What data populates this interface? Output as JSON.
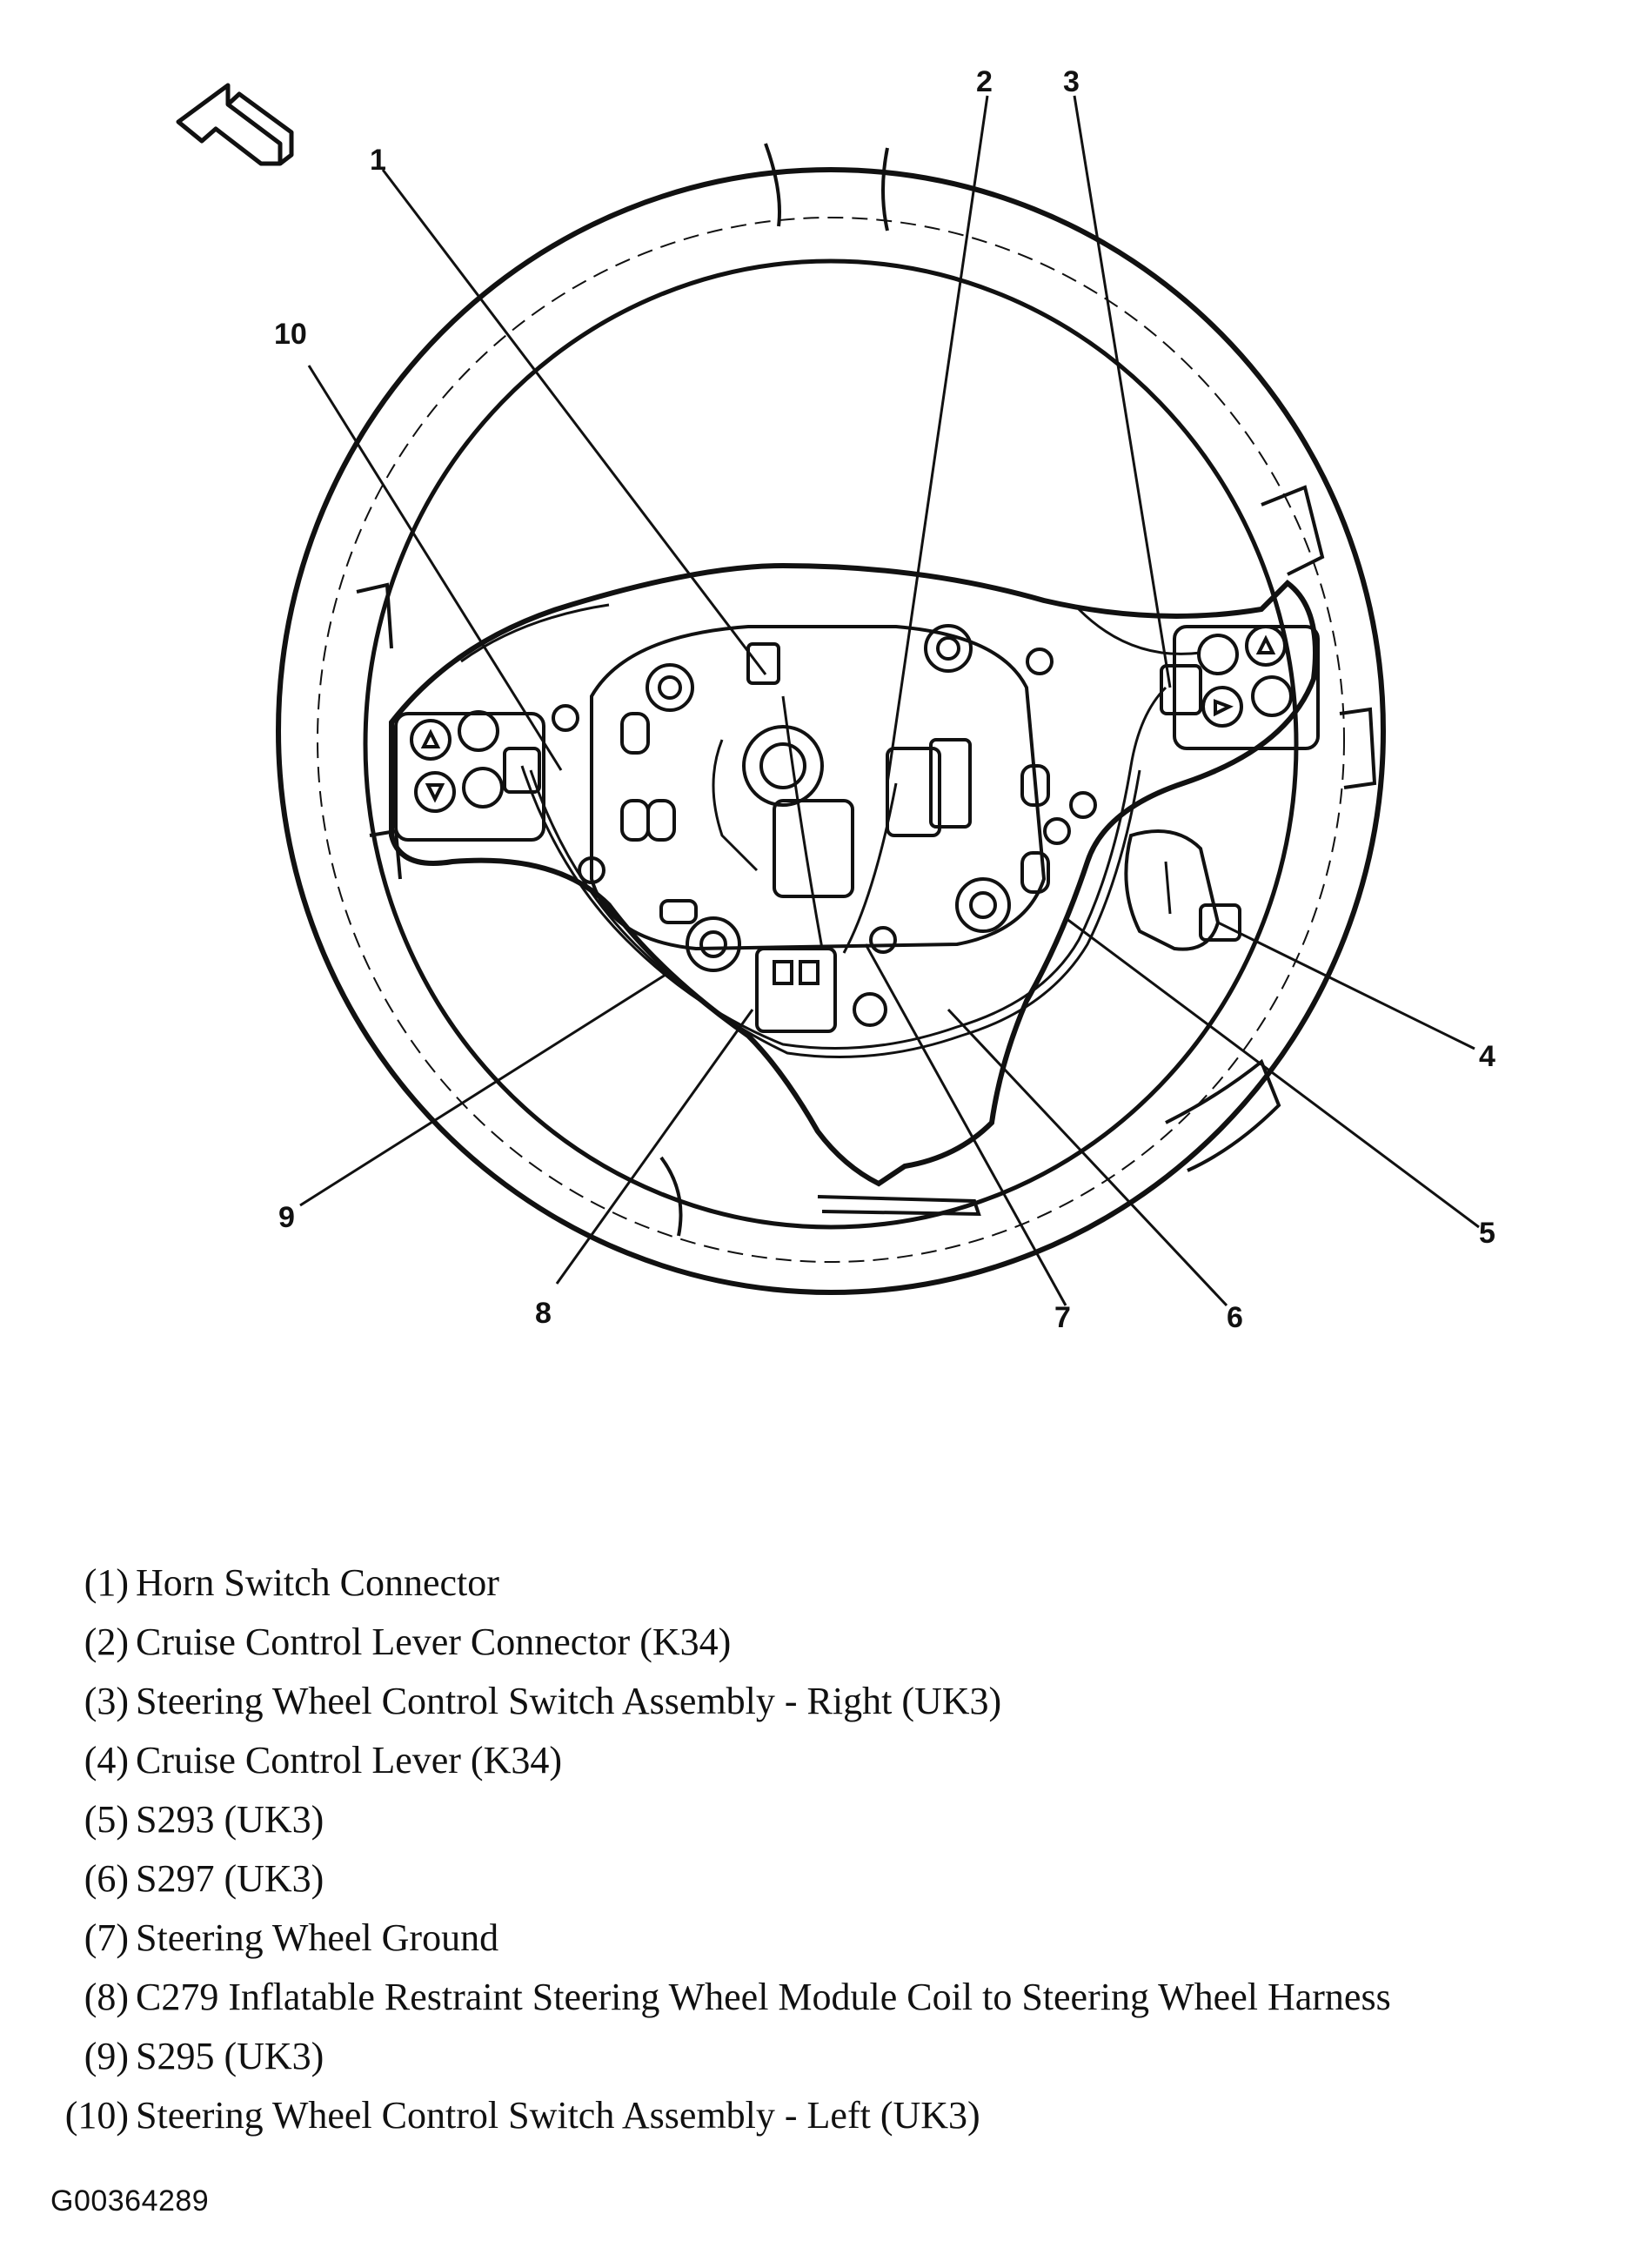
{
  "callouts": [
    "1",
    "2",
    "3",
    "4",
    "5",
    "6",
    "7",
    "8",
    "9",
    "10"
  ],
  "legend": [
    {
      "num": "(1)",
      "text": "Horn Switch Connector"
    },
    {
      "num": "(2)",
      "text": "Cruise Control Lever Connector (K34)"
    },
    {
      "num": "(3)",
      "text": "Steering Wheel Control Switch Assembly - Right (UK3)"
    },
    {
      "num": "(4)",
      "text": "Cruise Control Lever (K34)"
    },
    {
      "num": "(5)",
      "text": "S293 (UK3)"
    },
    {
      "num": "(6)",
      "text": "S297 (UK3)"
    },
    {
      "num": "(7)",
      "text": "Steering Wheel Ground"
    },
    {
      "num": "(8)",
      "text": "C279 Inflatable Restraint Steering Wheel Module Coil to Steering Wheel Harness"
    },
    {
      "num": "(9)",
      "text": "S295 (UK3)"
    },
    {
      "num": "(10)",
      "text": "Steering Wheel Control Switch Assembly - Left (UK3)"
    }
  ],
  "figure_id": "G00364289",
  "colors": {
    "ink": "#111111",
    "paper": "#ffffff"
  }
}
